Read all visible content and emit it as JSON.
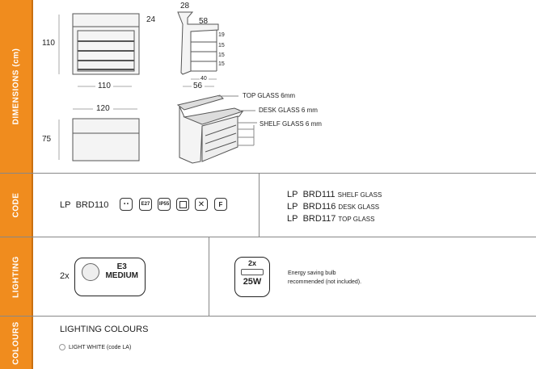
{
  "sections": {
    "dimensions": "DIMENSIONS (cm)",
    "code": "CODE",
    "lighting": "LIGHTING",
    "colours": "COLOURS"
  },
  "dimensions": {
    "front_height": "110",
    "front_top": "24",
    "front_width": "110",
    "side_top": "28",
    "side_depth": "58",
    "shelf_gaps": [
      "19",
      "15",
      "15",
      "15"
    ],
    "side_inner": "40",
    "side_base": "56",
    "top_width": "120",
    "top_depth": "75",
    "labels": {
      "top": "TOP GLASS 6mm",
      "desk": "DESK GLASS 6 mm",
      "shelf": "SHELF GLASS 6 mm"
    }
  },
  "code": {
    "main": {
      "prefix": "LP",
      "code": "BRD110"
    },
    "icons": [
      "class-ii-icon",
      "e27-bulb-icon",
      "ip55-icon",
      "double-insulation-icon",
      "weee-bin-icon",
      "f-mark-icon"
    ],
    "icon_texts": {
      "e27": "E27",
      "ip": "IP55",
      "f": "F"
    },
    "accessories": [
      {
        "prefix": "LP",
        "code": "BRD111",
        "desc": "SHELF GLASS"
      },
      {
        "prefix": "LP",
        "code": "BRD116",
        "desc": "DESK GLASS"
      },
      {
        "prefix": "LP",
        "code": "BRD117",
        "desc": "TOP GLASS"
      }
    ]
  },
  "lighting": {
    "qty": "2x",
    "socket_line1": "E3",
    "socket_line2": "MEDIUM",
    "bulb_qty": "2x",
    "bulb_watt": "25W",
    "note_line1": "Energy saving bulb",
    "note_line2": "recommended (not included)."
  },
  "colours": {
    "title": "LIGHTING COLOURS",
    "options": [
      {
        "label": "LIGHT WHITE (code LA)"
      }
    ]
  },
  "colors": {
    "accent": "#f08c1e"
  }
}
